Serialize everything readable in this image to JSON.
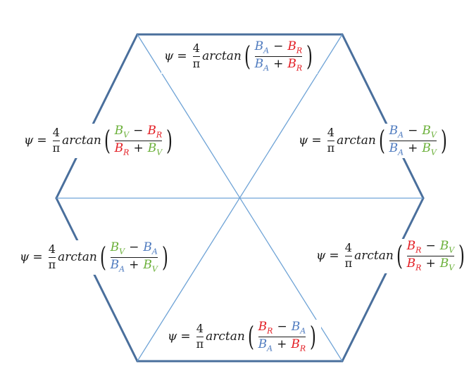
{
  "colors": {
    "hexagon": "#4a6f9c",
    "diagonal": "#6fa3d6",
    "A": "#4f7bbf",
    "R": "#e31e24",
    "V": "#6bb03a"
  },
  "common": {
    "psi": "ψ",
    "eq": "=",
    "num": "4",
    "den": "π",
    "fn": "arctan",
    "lp": "(",
    "rp": ")",
    "minus": "−",
    "plus": "+",
    "B": "B"
  },
  "formulas": [
    {
      "id": "top",
      "n1": "A",
      "n2": "R",
      "d1": "A",
      "d2": "R"
    },
    {
      "id": "upper-left",
      "n1": "V",
      "n2": "R",
      "d1": "R",
      "d2": "V"
    },
    {
      "id": "upper-right",
      "n1": "A",
      "n2": "V",
      "d1": "A",
      "d2": "V"
    },
    {
      "id": "lower-left",
      "n1": "V",
      "n2": "A",
      "d1": "A",
      "d2": "V"
    },
    {
      "id": "lower-right",
      "n1": "R",
      "n2": "V",
      "d1": "R",
      "d2": "V"
    },
    {
      "id": "bottom",
      "n1": "R",
      "n2": "A",
      "d1": "A",
      "d2": "R"
    }
  ]
}
